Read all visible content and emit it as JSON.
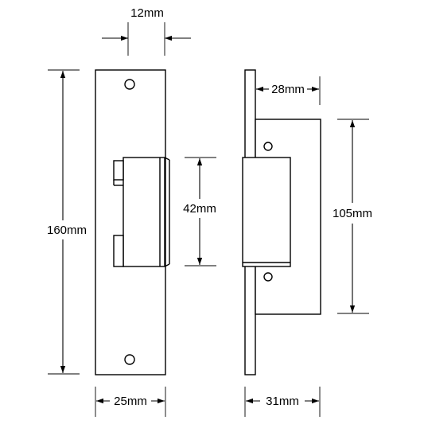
{
  "labels": {
    "top_width": "12mm",
    "front_height": "160mm",
    "keeper_height": "42mm",
    "front_width": "25mm",
    "side_depth": "28mm",
    "side_body_height": "105mm",
    "side_width": "31mm"
  },
  "colors": {
    "line": "#000000",
    "background": "#ffffff"
  }
}
